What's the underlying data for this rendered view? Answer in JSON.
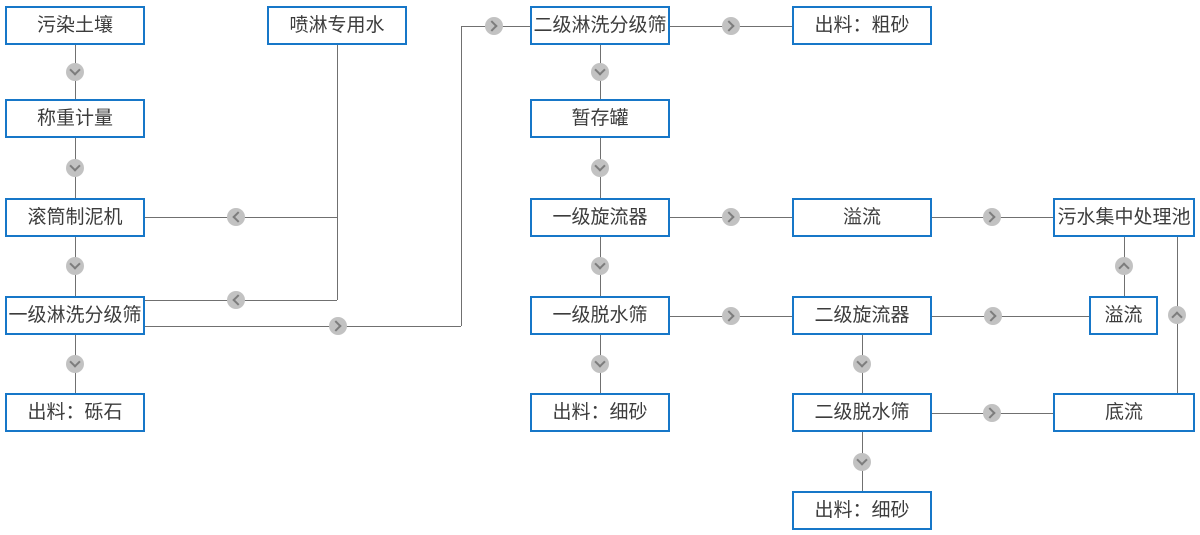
{
  "diagram": {
    "nodes": {
      "contaminated_soil": {
        "label": "污染土壤"
      },
      "spray_water": {
        "label": "喷淋专用水"
      },
      "stage2_washing_screen": {
        "label": "二级淋洗分级筛"
      },
      "output_coarse_sand": {
        "label": "出料：粗砂"
      },
      "weighing": {
        "label": "称重计量"
      },
      "buffer_tank": {
        "label": "暂存罐"
      },
      "drum_mud_machine": {
        "label": "滚筒制泥机"
      },
      "stage1_cyclone": {
        "label": "一级旋流器"
      },
      "overflow_1": {
        "label": "溢流"
      },
      "sewage_treatment_pool": {
        "label": "污水集中处理池"
      },
      "stage1_washing_screen": {
        "label": "一级淋洗分级筛"
      },
      "stage1_dewatering_screen": {
        "label": "一级脱水筛"
      },
      "stage2_cyclone": {
        "label": "二级旋流器"
      },
      "overflow_2": {
        "label": "溢流"
      },
      "output_gravel": {
        "label": "出料：砾石"
      },
      "output_fine_sand_1": {
        "label": "出料：细砂"
      },
      "stage2_dewatering_screen": {
        "label": "二级脱水筛"
      },
      "underflow": {
        "label": "底流"
      },
      "output_fine_sand_2": {
        "label": "出料：细砂"
      }
    },
    "edges": [
      {
        "from": "contaminated_soil",
        "to": "weighing"
      },
      {
        "from": "weighing",
        "to": "drum_mud_machine"
      },
      {
        "from": "spray_water",
        "to": "drum_mud_machine"
      },
      {
        "from": "spray_water",
        "to": "stage1_washing_screen"
      },
      {
        "from": "drum_mud_machine",
        "to": "stage1_washing_screen"
      },
      {
        "from": "stage1_washing_screen",
        "to": "output_gravel"
      },
      {
        "from": "stage1_washing_screen",
        "to": "stage2_washing_screen"
      },
      {
        "from": "stage2_washing_screen",
        "to": "output_coarse_sand"
      },
      {
        "from": "stage2_washing_screen",
        "to": "buffer_tank"
      },
      {
        "from": "buffer_tank",
        "to": "stage1_cyclone"
      },
      {
        "from": "stage1_cyclone",
        "to": "overflow_1"
      },
      {
        "from": "overflow_1",
        "to": "sewage_treatment_pool"
      },
      {
        "from": "stage1_cyclone",
        "to": "stage1_dewatering_screen"
      },
      {
        "from": "stage1_dewatering_screen",
        "to": "stage2_cyclone"
      },
      {
        "from": "stage1_dewatering_screen",
        "to": "output_fine_sand_1"
      },
      {
        "from": "stage2_cyclone",
        "to": "overflow_2"
      },
      {
        "from": "overflow_2",
        "to": "sewage_treatment_pool"
      },
      {
        "from": "stage2_cyclone",
        "to": "stage2_dewatering_screen"
      },
      {
        "from": "stage2_dewatering_screen",
        "to": "underflow"
      },
      {
        "from": "underflow",
        "to": "sewage_treatment_pool"
      },
      {
        "from": "stage2_dewatering_screen",
        "to": "output_fine_sand_2"
      }
    ],
    "colors": {
      "background": "#ffffff",
      "box_border": "#1777c8",
      "box_bg": "#ffffff",
      "text": "#3c3c3c",
      "line": "#707070",
      "arrow_circle": "#c2c2c2",
      "arrow_chevron": "#7d7d7d"
    }
  }
}
